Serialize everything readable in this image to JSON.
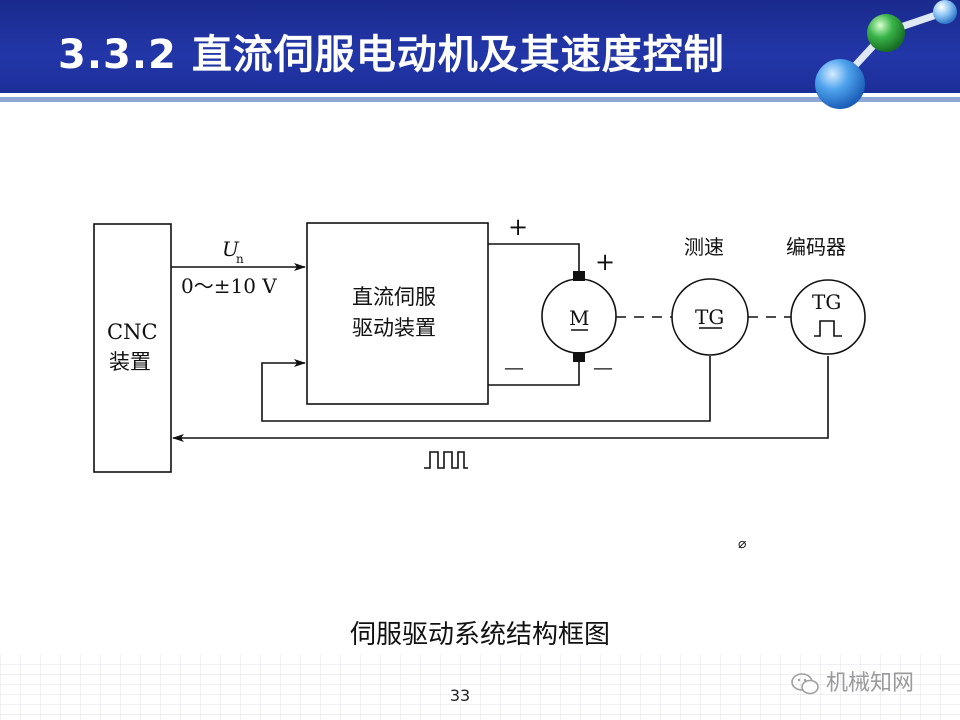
{
  "title": "3.3.2  直流伺服电动机及其速度控制",
  "diagram": {
    "cnc_label_line1": "CNC",
    "cnc_label_line2": "装置",
    "input_symbol": "U",
    "input_subscript": "n",
    "input_range": "0～±10 V",
    "driver_label_line1": "直流伺服",
    "driver_label_line2": "驱动装置",
    "plus_top": "+",
    "plus_motor": "+",
    "minus_bottom": "—",
    "minus_motor": "—",
    "motor_label": "M",
    "tacho_caption": "测速",
    "tacho_label": "TG",
    "encoder_caption": "编码器",
    "encoder_label": "TG",
    "stray_mark": "⌀"
  },
  "caption": "伺服驱动系统结构框图",
  "page_number": "33",
  "watermark": "机械知网",
  "colors": {
    "header_blue": "#1f33a3",
    "molecule_green": "#2e9e3a",
    "molecule_blue": "#3f8fe0"
  }
}
